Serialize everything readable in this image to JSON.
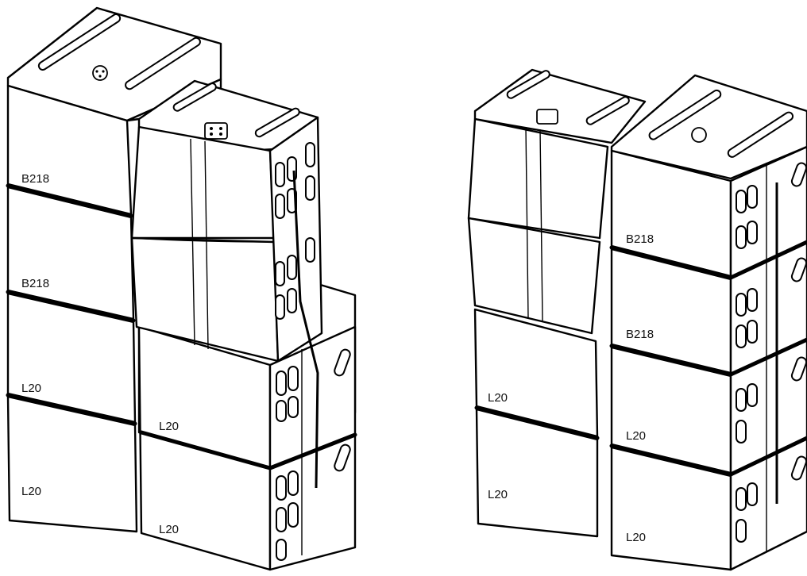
{
  "colors": {
    "line": "#000000",
    "background": "#ffffff"
  },
  "left_stack": {
    "labels": [
      "B218",
      "B218",
      "L20",
      "L20",
      "L20",
      "L20"
    ]
  },
  "right_stack": {
    "labels": [
      "B218",
      "B218",
      "L20",
      "L20",
      "L20",
      "L20"
    ]
  }
}
